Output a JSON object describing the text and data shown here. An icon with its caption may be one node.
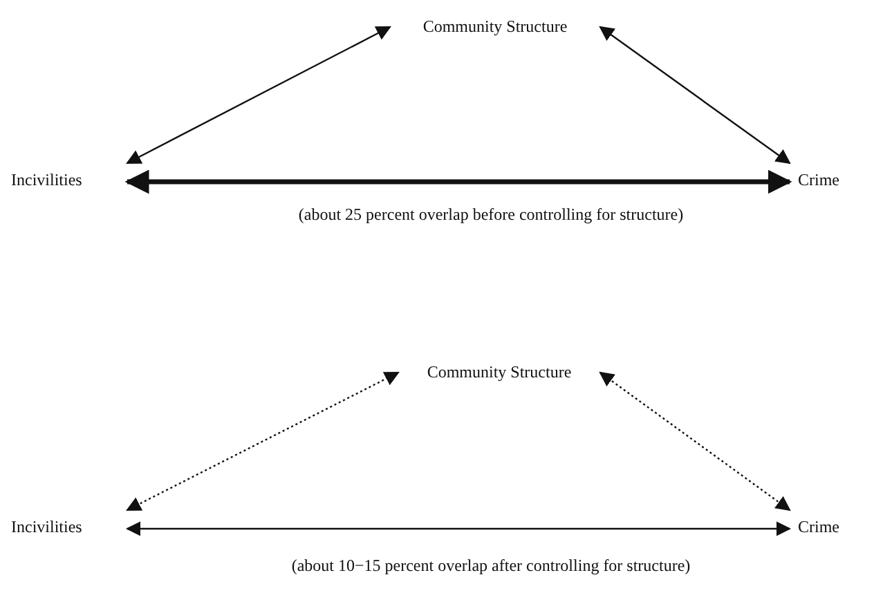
{
  "diagram": {
    "nodes": [
      {
        "text": [
          "Community Structure"
        ]
      },
      {
        "text": [
          "Incivilities"
        ]
      },
      {
        "text": [
          "Crime"
        ]
      },
      {
        "text": [
          "Community Structure"
        ]
      },
      {
        "text": [
          "Incivilities"
        ]
      },
      {
        "text": [
          "Crime"
        ]
      }
    ],
    "edges": [
      {
        "from": 1,
        "to": 0,
        "arrow": "both"
      },
      {
        "from": 0,
        "to": 2,
        "arrow": "both"
      },
      {
        "from": 1,
        "to": 2,
        "arrow": "both",
        "style": "thick"
      },
      {
        "from": 4,
        "to": 3,
        "arrow": "both",
        "style": "dashed"
      },
      {
        "from": 3,
        "to": 5,
        "arrow": "both",
        "style": "dashed"
      },
      {
        "from": 4,
        "to": 5,
        "arrow": "both"
      }
    ],
    "labels": [
      "(about 25 percent overlap before controlling for structure)",
      "(about 10−15 percent overlap after controlling for structure)"
    ]
  }
}
